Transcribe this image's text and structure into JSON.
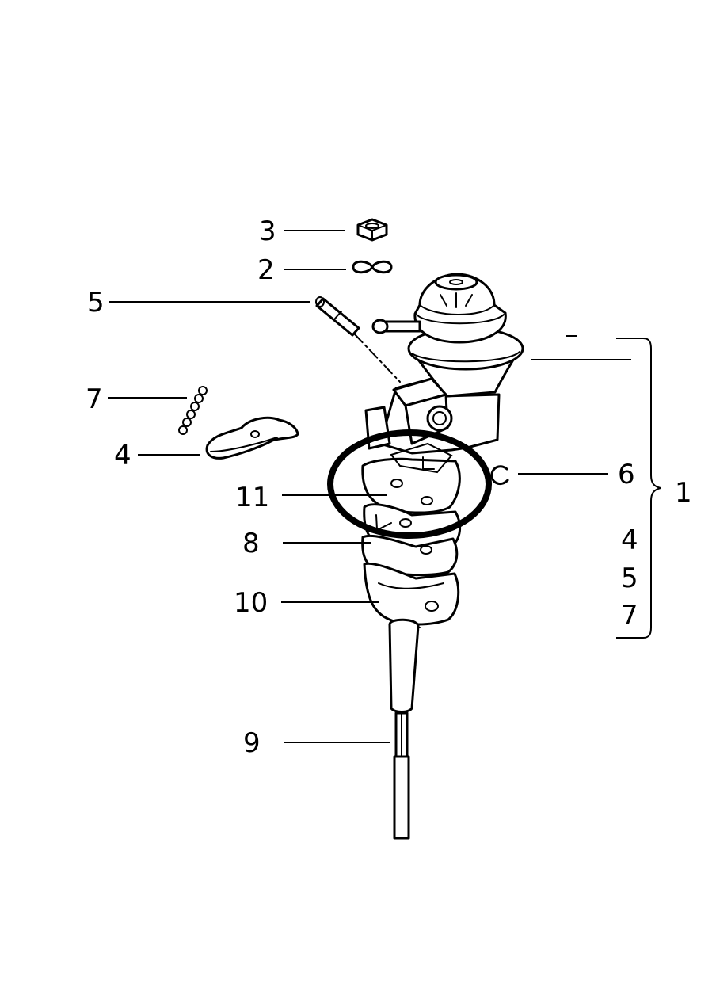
{
  "callouts": {
    "c1": "1",
    "c2": "2",
    "c3": "3",
    "c4": "4",
    "c5": "5",
    "c6": "6",
    "c7": "7",
    "c8": "8",
    "c9": "9",
    "c10": "10",
    "c11": "11"
  },
  "group_members": [
    "4",
    "5",
    "7"
  ],
  "highlight_color": "#000000"
}
